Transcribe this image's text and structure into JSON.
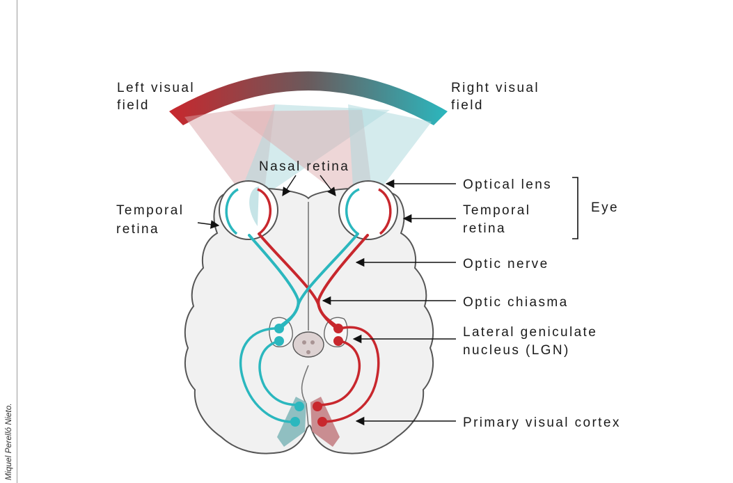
{
  "labels": {
    "left_visual_field_1": "Left visual",
    "left_visual_field_2": "field",
    "right_visual_field_1": "Right visual",
    "right_visual_field_2": "field",
    "nasal_retina": "Nasal retina",
    "temporal_retina_left_1": "Temporal",
    "temporal_retina_left_2": "retina",
    "optical_lens": "Optical lens",
    "temporal_retina_right_1": "Temporal",
    "temporal_retina_right_2": "retina",
    "eye": "Eye",
    "optic_nerve": "Optic nerve",
    "optic_chiasma": "Optic chiasma",
    "lgn_1": "Lateral geniculate",
    "lgn_2": "nucleus (LGN)",
    "primary_visual_cortex": "Primary visual cortex"
  },
  "credit": "Miquel Perelló Nieto.",
  "colors": {
    "left_field_red": "#c8272d",
    "right_field_teal": "#2bb7be",
    "brain_fill": "#f1f1f1",
    "outline": "#555555",
    "arrow": "#111111"
  }
}
